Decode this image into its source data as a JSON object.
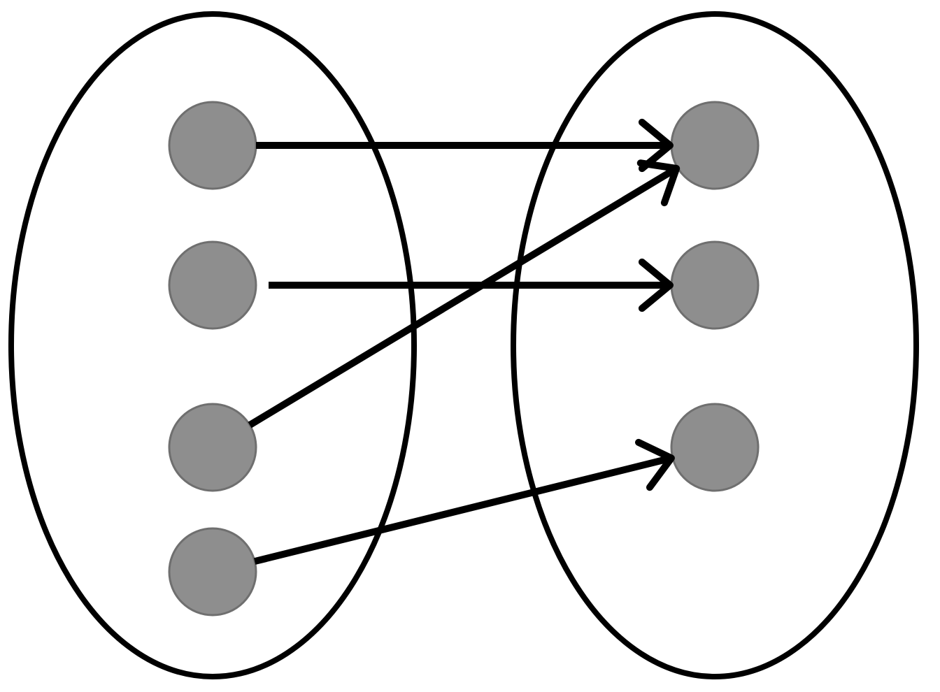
{
  "diagram": {
    "kind": "set-mapping",
    "colors": {
      "background": "#ffffff",
      "outline": "#000000",
      "node_fill": "#8e8e8e",
      "node_stroke": "#6f6f6f",
      "arrow": "#000000"
    },
    "sets": [
      {
        "id": "domain",
        "side": "left",
        "element_count": 4
      },
      {
        "id": "codomain",
        "side": "right",
        "element_count": 3
      }
    ],
    "mappings": [
      {
        "from": 1,
        "to": 1
      },
      {
        "from": 2,
        "to": 2
      },
      {
        "from": 3,
        "to": 1
      },
      {
        "from": 4,
        "to": 3
      }
    ]
  }
}
